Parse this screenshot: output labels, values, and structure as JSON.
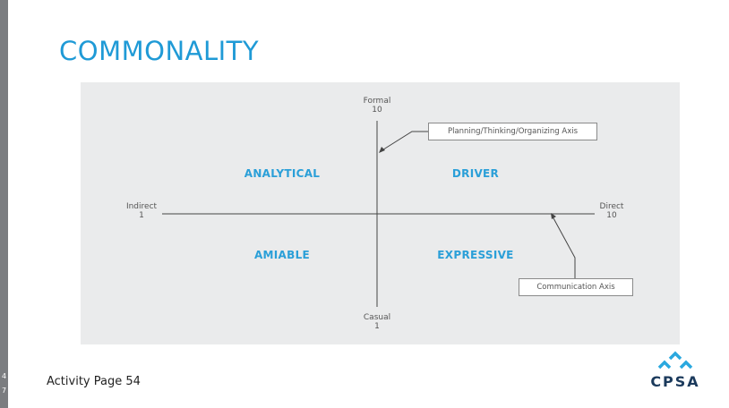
{
  "slide": {
    "number_top": "4",
    "number_bottom": "7",
    "title": "COMMONALITY",
    "footer": "Activity Page 54"
  },
  "diagram": {
    "vertical_axis": {
      "top_label": "Formal",
      "top_value": "10",
      "bottom_label": "Casual",
      "bottom_value": "1"
    },
    "horizontal_axis": {
      "left_label": "Indirect",
      "left_value": "1",
      "right_label": "Direct",
      "right_value": "10"
    },
    "quadrants": {
      "top_left": "ANALYTICAL",
      "top_right": "DRIVER",
      "bottom_left": "AMIABLE",
      "bottom_right": "EXPRESSIVE"
    },
    "callouts": {
      "vertical": "Planning/Thinking/Organizing Axis",
      "horizontal": "Communication Axis"
    }
  },
  "logo": {
    "text": "CPSA",
    "icon": "double-chevron-up-icon"
  },
  "colors": {
    "accent": "#1f9ad6",
    "quadrant": "#2a9fd8",
    "panel": "#eaebec",
    "side_bar": "#7b7d80",
    "logo_text": "#1b3a5c"
  }
}
